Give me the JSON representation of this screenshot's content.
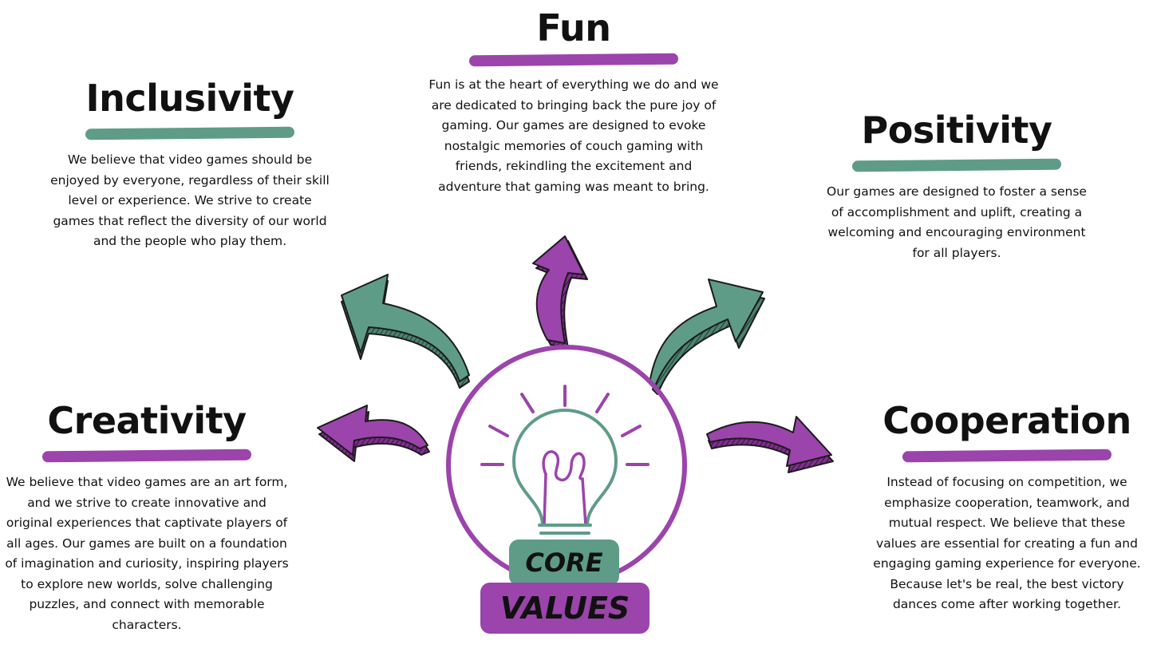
{
  "colors": {
    "green": "#5f9c87",
    "purple": "#9b44ab",
    "dark_green": "#3f6f60",
    "dark_purple": "#5e2266"
  },
  "center": {
    "icon": "lightbulb-icon",
    "line1": "CORE",
    "line2": "VALUES"
  },
  "values": {
    "fun": {
      "title": "Fun",
      "description": "Fun is at the heart of everything we do and we are dedicated to bringing back the pure joy of gaming. Our games are designed to  evoke nostalgic memories of couch gaming with friends, rekindling the excitement and adventure that gaming was meant to bring."
    },
    "inclusivity": {
      "title": "Inclusivity",
      "description": "We believe that video games should be enjoyed by everyone, regardless of their skill level or experience. We strive to create games that reflect the diversity of our world and the people who play them."
    },
    "positivity": {
      "title": "Positivity",
      "description": "Our games are designed to foster a sense of accomplishment and uplift, creating a welcoming and encouraging environment for all players."
    },
    "creativity": {
      "title": "Creativity",
      "description": "We believe that video games are an art form, and we strive to create innovative and original experiences that captivate players of all ages. Our games are built on a foundation of imagination and curiosity, inspiring players to explore new worlds, solve challenging puzzles, and connect with memorable characters."
    },
    "cooperation": {
      "title": "Cooperation",
      "description": "Instead of focusing on competition, we emphasize cooperation, teamwork, and mutual respect. We believe that these values are essential for creating a fun and engaging gaming experience for everyone. Because let's be real, the best victory dances come after working together."
    }
  }
}
